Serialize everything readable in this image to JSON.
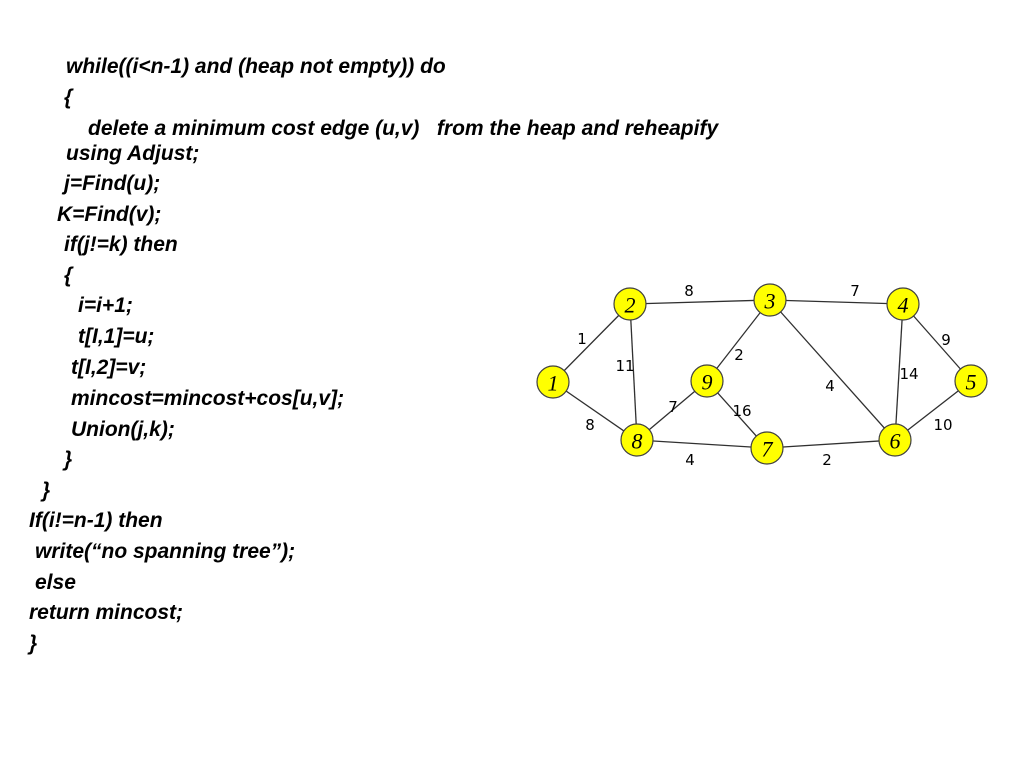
{
  "code": {
    "lines": [
      "while((i<n-1) and (heap not empty)) do",
      "{",
      "delete a minimum cost edge (u,v)   from the heap and reheapify",
      "using Adjust;",
      "j=Find(u);",
      "K=Find(v);",
      "if(j!=k) then",
      "{",
      "i=i+1;",
      "t[I,1]=u;",
      "t[I,2]=v;",
      "mincost=mincost+cos[u,v];",
      "Union(j,k);",
      "}",
      "}",
      "If(i!=n-1) then",
      "write(“no spanning tree”);",
      "else",
      "return mincost;",
      "}"
    ]
  },
  "graph": {
    "node_fill": "#ffff00",
    "node_stroke": "#404040",
    "edge_color": "#303030",
    "nodes": [
      {
        "id": "1",
        "label": "1"
      },
      {
        "id": "2",
        "label": "2"
      },
      {
        "id": "3",
        "label": "3"
      },
      {
        "id": "4",
        "label": "4"
      },
      {
        "id": "5",
        "label": "5"
      },
      {
        "id": "6",
        "label": "6"
      },
      {
        "id": "7",
        "label": "7"
      },
      {
        "id": "8",
        "label": "8"
      },
      {
        "id": "9",
        "label": "9"
      }
    ],
    "edges": [
      {
        "from": "1",
        "to": "2",
        "weight": "1"
      },
      {
        "from": "2",
        "to": "3",
        "weight": "8"
      },
      {
        "from": "3",
        "to": "4",
        "weight": "7"
      },
      {
        "from": "4",
        "to": "5",
        "weight": "9"
      },
      {
        "from": "2",
        "to": "8",
        "weight": "11"
      },
      {
        "from": "3",
        "to": "9",
        "weight": "2"
      },
      {
        "from": "3",
        "to": "6",
        "weight": "4"
      },
      {
        "from": "4",
        "to": "6",
        "weight": "14"
      },
      {
        "from": "1",
        "to": "8",
        "weight": "8"
      },
      {
        "from": "9",
        "to": "8",
        "weight": "7"
      },
      {
        "from": "9",
        "to": "7",
        "weight": "16"
      },
      {
        "from": "5",
        "to": "6",
        "weight": "10"
      },
      {
        "from": "8",
        "to": "7",
        "weight": "4"
      },
      {
        "from": "7",
        "to": "6",
        "weight": "2"
      }
    ]
  }
}
